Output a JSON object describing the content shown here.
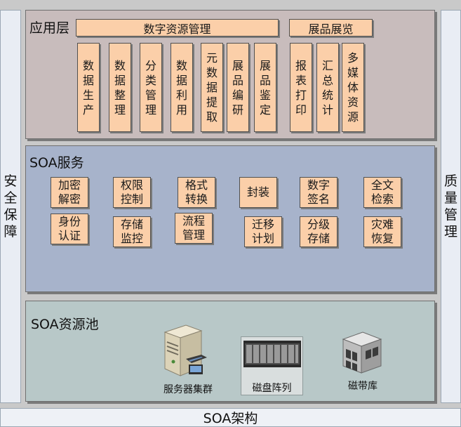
{
  "left_bar": "安全保障",
  "right_bar": "质量管理",
  "bottom_bar": "SOA架构",
  "app_layer": {
    "title": "应用层",
    "group1_title": "数字资源管理",
    "group1_items": [
      "数据生产",
      "数据整理",
      "分类管理",
      "数据利用",
      "元数据提取",
      "展品编研",
      "展品鉴定"
    ],
    "group2_title": "展品展览",
    "group2_items": [
      "报表打印",
      "汇总统计",
      "多媒体资源"
    ]
  },
  "soa_service": {
    "title": "SOA服务",
    "row1": [
      "加密解密",
      "权限控制",
      "格式转换",
      "封装",
      "数字签名",
      "全文检索"
    ],
    "row2": [
      "身份认证",
      "存储监控",
      "流程管理",
      "迁移计划",
      "分级存储",
      "灾难恢复"
    ]
  },
  "resource_pool": {
    "title": "SOA资源池",
    "items": [
      "服务器集群",
      "磁盘阵列",
      "磁带库"
    ]
  },
  "colors": {
    "box_fill": "#fbcfa9",
    "app_layer_bg": "#c8bcbc",
    "service_bg": "#a7b3cb",
    "pool_bg": "#b8c8c8",
    "side_bg": "#e9edf4"
  }
}
